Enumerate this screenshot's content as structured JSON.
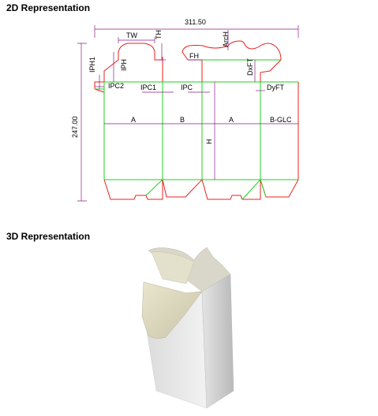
{
  "sections": {
    "twod_title": "2D Representation",
    "threed_title": "3D Representation"
  },
  "dimensions": {
    "overall_width": "311.50",
    "overall_height": "247.00",
    "tw": "TW",
    "th": "TH",
    "iph1": "IPH1",
    "iph": "IPH",
    "ipc2": "IPC2",
    "ipc1": "IPC1",
    "ipc": "IPC",
    "fh": "FH",
    "arch": "ArcH",
    "dxft": "DxFT",
    "dyft": "DyFT",
    "a1": "A",
    "b": "B",
    "a2": "A",
    "bglc": "B-GLC",
    "h": "H"
  },
  "colors": {
    "cut_line": "#e8201e",
    "crease_line": "#1fd21f",
    "dimension_line": "#8b1e8b",
    "box_face": "#ececec",
    "lid_flap": "#e9e6cf"
  }
}
